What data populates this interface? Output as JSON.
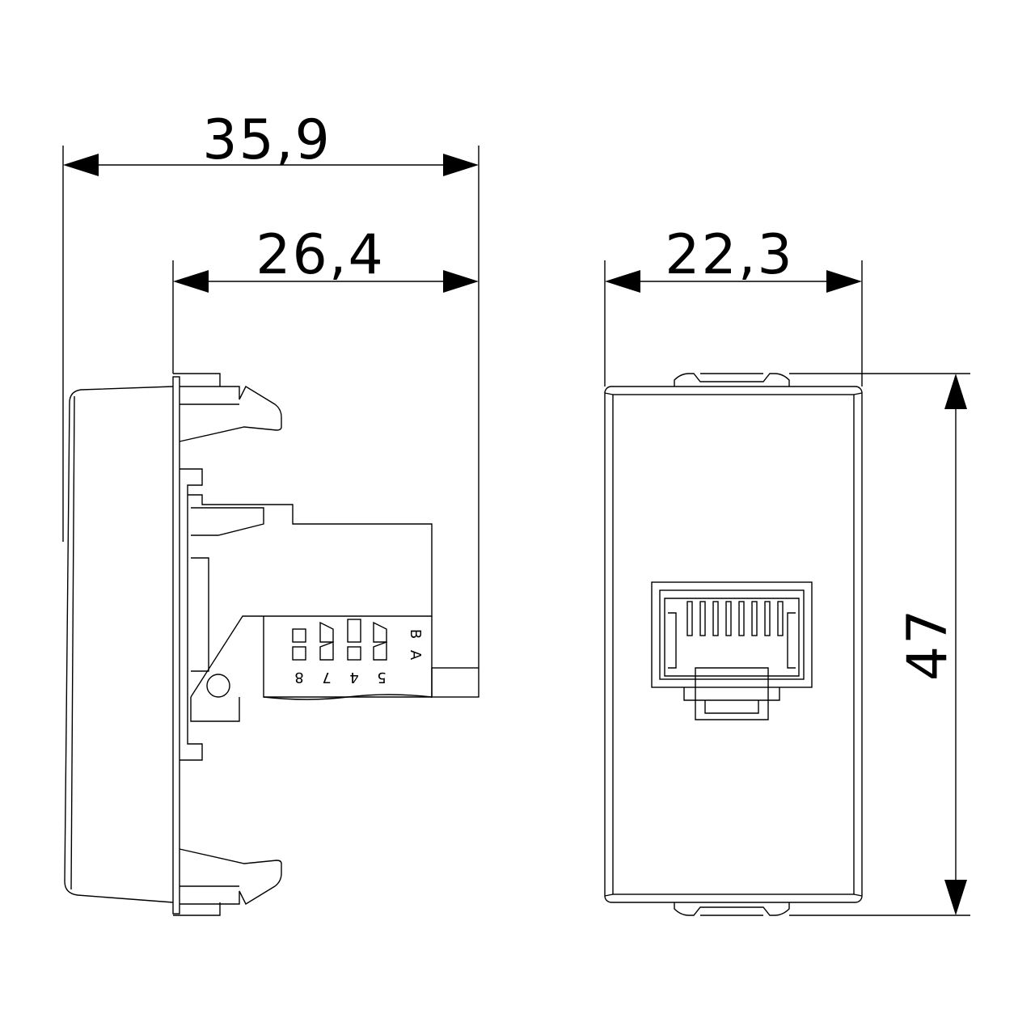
{
  "dimensions": {
    "overall_depth": "35,9",
    "body_depth": "26,4",
    "front_width": "22,3",
    "height": "47"
  },
  "terminal_labels": {
    "pins": [
      "8",
      "7",
      "4",
      "5"
    ],
    "pair_labels": [
      "B",
      "A"
    ]
  },
  "colors": {
    "stroke": "#000000",
    "background": "#ffffff"
  }
}
